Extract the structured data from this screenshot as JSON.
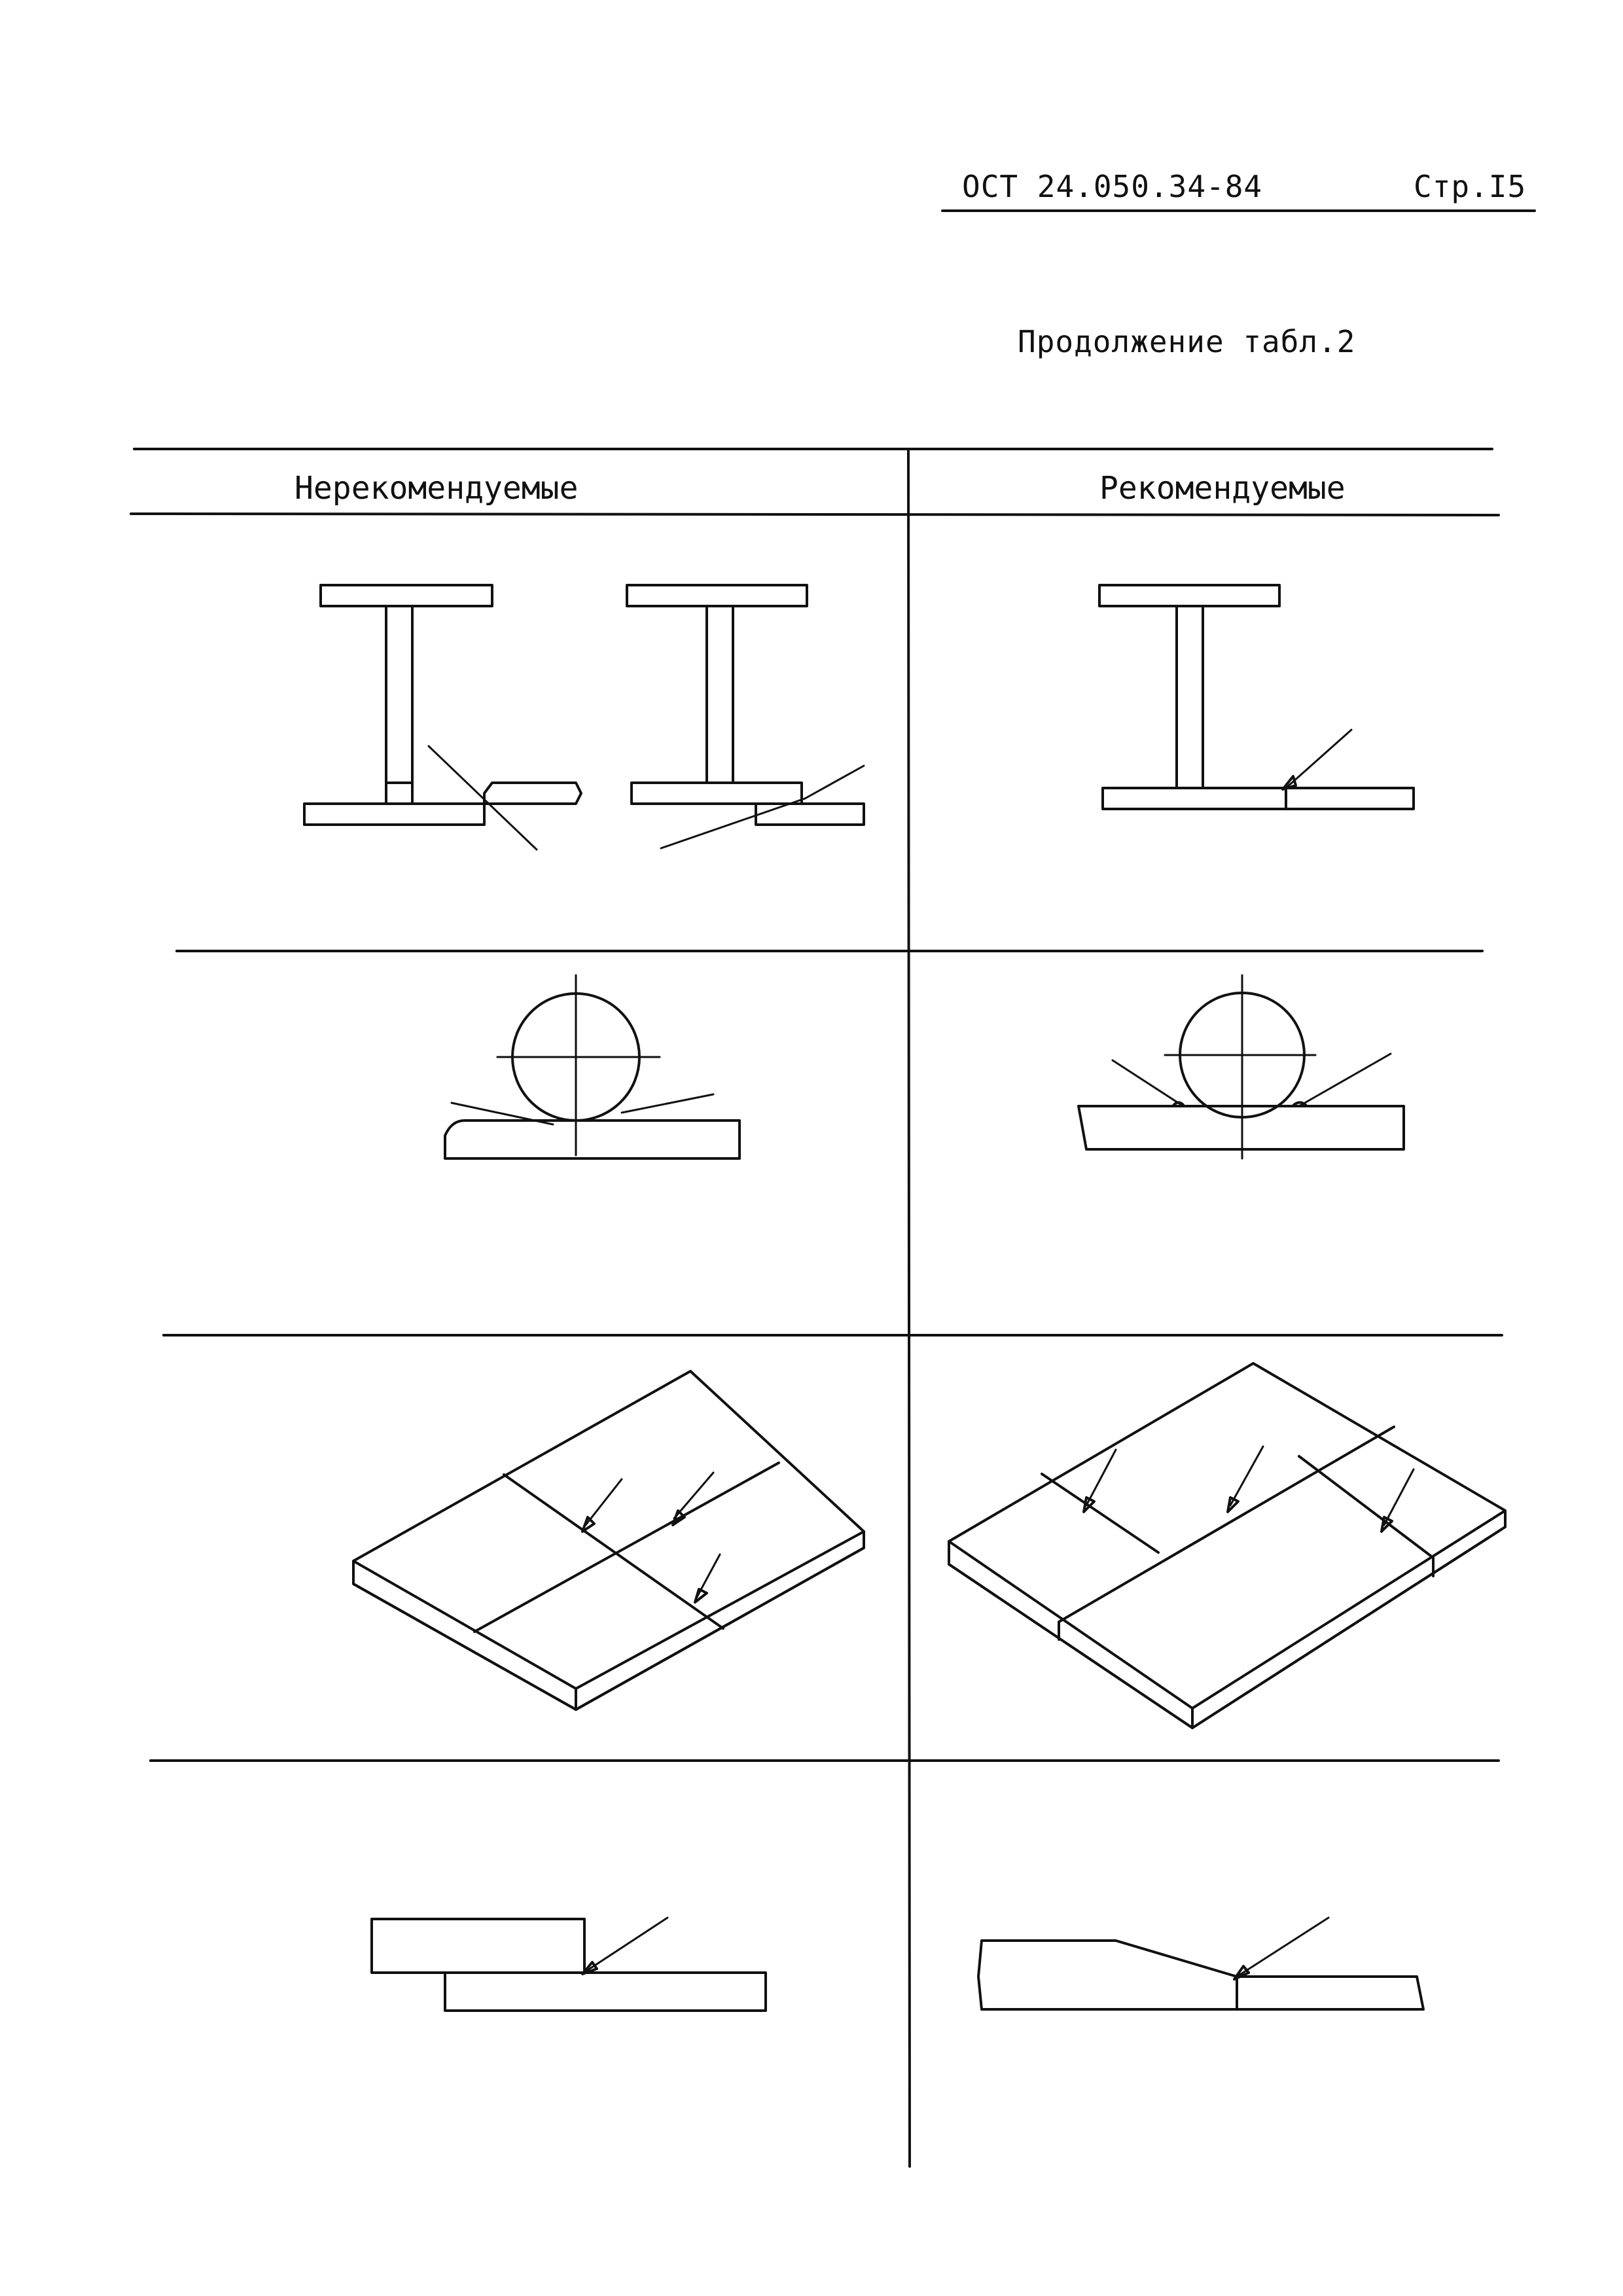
{
  "header": {
    "document_code": "ОСТ 24.050.34-84",
    "page_label": "Стр.I5"
  },
  "caption": "Продолжение табл.2",
  "table": {
    "columns": [
      "Нерекомендуемые",
      "Рекомендуемые"
    ]
  }
}
